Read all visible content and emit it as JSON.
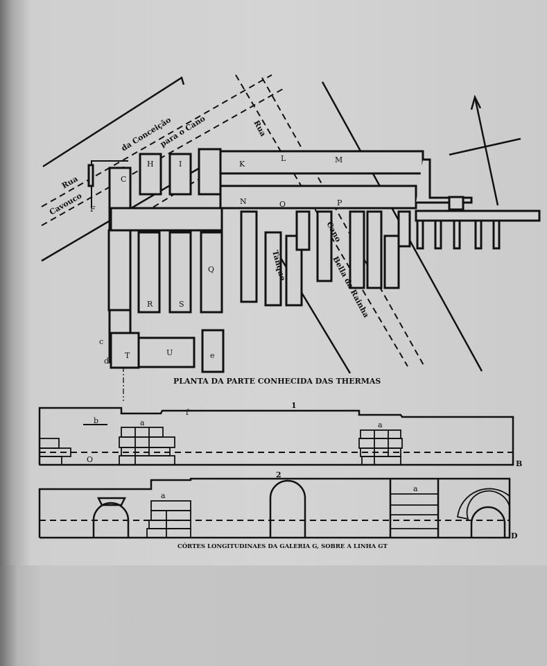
{
  "plan": {
    "caption": "PLANTA DA PARTE CONHECIDA DAS THERMAS",
    "streets": {
      "rua_cavouco_1": "Rua",
      "rua_cavouco_2": "Cavouco",
      "conceicao_1": "da Conceição",
      "conceicao_2": "para o Cano",
      "rua_right": "Rua"
    },
    "features": {
      "tanque": "Tanque",
      "cano_1": "Cano",
      "cano_2": "Bella da Rainha"
    },
    "rooms": [
      "C",
      "F",
      "H",
      "I",
      "K",
      "L",
      "M",
      "N",
      "O",
      "P",
      "R",
      "S",
      "Q",
      "T",
      "U",
      "e",
      "c",
      "d"
    ]
  },
  "sections": {
    "caption": "CÓRTES LONGITUDINAES DA GALERIA G, SOBRE A LINHA GT",
    "section1": {
      "number": "1",
      "end_label": "B",
      "labels": [
        "b",
        "a",
        "f",
        "a",
        "O"
      ]
    },
    "section2": {
      "number": "2",
      "end_label": "D",
      "labels": [
        "a",
        "a"
      ]
    }
  },
  "colors": {
    "paper": "#cdcdcd",
    "ink": "#111111"
  }
}
